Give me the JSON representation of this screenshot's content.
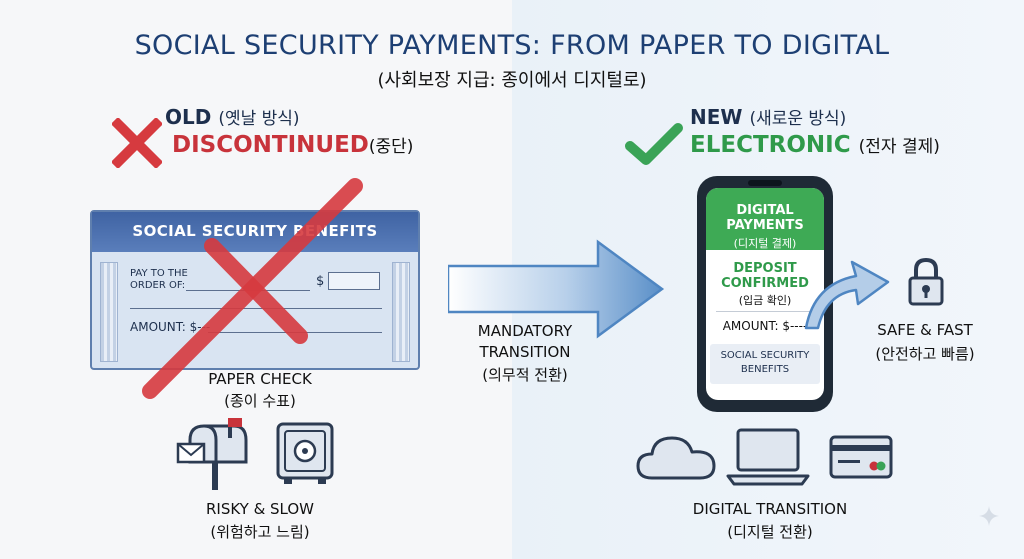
{
  "title": "SOCIAL SECURITY PAYMENTS: FROM PAPER TO DIGITAL",
  "subtitle": "(사회보장 지급: 종이에서 디지털로)",
  "old": {
    "heading": "OLD",
    "heading_kr": "(옛날 방식)",
    "status": "DISCONTINUED",
    "status_kr": "(중단)"
  },
  "new": {
    "heading": "NEW",
    "heading_kr": "(새로운 방식)",
    "status": "ELECTRONIC",
    "status_kr": "(전자 결제)"
  },
  "check": {
    "title": "SOCIAL SECURITY BENEFITS",
    "pay_to": "PAY TO THE",
    "order_of": "ORDER OF:",
    "dollar": "$",
    "amount": "AMOUNT: $---"
  },
  "labels": {
    "paper_check": "PAPER CHECK",
    "paper_check_kr": "(종이 수표)",
    "risky": "RISKY & SLOW",
    "risky_kr": "(위험하고 느림)",
    "mandatory_1": "MANDATORY",
    "mandatory_2": "TRANSITION",
    "mandatory_kr": "(의무적 전환)",
    "safe": "SAFE & FAST",
    "safe_kr": "(안전하고 빠름)",
    "digital_transition": "DIGITAL TRANSITION",
    "digital_transition_kr": "(디지털 전환)"
  },
  "phone": {
    "digital_1": "DIGITAL",
    "digital_2": "PAYMENTS",
    "digital_kr": "(디지털 결제)",
    "deposit_1": "DEPOSIT",
    "deposit_2": "CONFIRMED",
    "deposit_kr": "(입금 확인)",
    "amount": "AMOUNT: $----",
    "ssb_1": "SOCIAL SECURITY",
    "ssb_2": "BENEFITS"
  },
  "colors": {
    "title": "#1d3f73",
    "discontinued": "#c8333b",
    "electronic": "#2f9a4a",
    "x_mark": "#d63a3f",
    "check_mark": "#3aa357",
    "arrow": "#4f86c2"
  },
  "icons": [
    "x-mark-icon",
    "check-mark-icon",
    "mailbox-icon",
    "safe-icon",
    "lock-icon",
    "cloud-icon",
    "laptop-icon",
    "credit-card-icon",
    "curved-arrow-icon",
    "sparkle-icon"
  ]
}
